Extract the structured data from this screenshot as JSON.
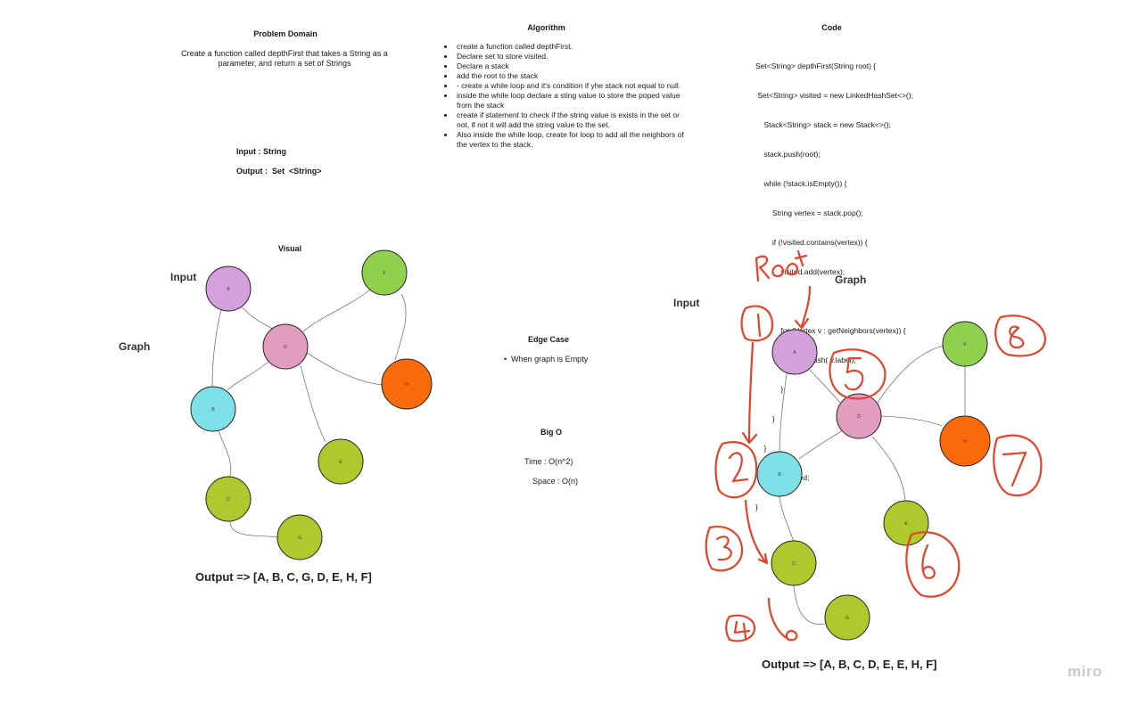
{
  "problem": {
    "heading": "Problem Domain",
    "text": "Create a function called depthFirst that takes a String as a parameter, and return a set of Strings",
    "input": "Input :  String",
    "output": "Output :  Set  <String>"
  },
  "algorithm": {
    "heading": "Algorithm",
    "items": [
      "create a function called depthFirst.",
      "Declare set to store visited.",
      "Declare a stack",
      "add the root to the stack",
      "- create a while loop and it's condition if yhe stack not equal to null.",
      "inside the while loop declare a sting value to store the poped value from the stack",
      "create if statement to check if the string value is exists in the set or not, if not it will add the string value to the set.",
      "Also inside the while loop, create for loop to add all the neighbors of the vertex to the stack."
    ]
  },
  "code": {
    "heading": "Code",
    "lines": [
      "Set<String> depthFirst(String root) {",
      " Set<String> visited = new LinkedHashSet<>();",
      "    Stack<String> stack = new Stack<>();",
      "    stack.push(root);",
      "    while (!stack.isEmpty()) {",
      "        String vertex = stack.pop();",
      "        if (!visited.contains(vertex)) {",
      "            visited.add(vertex);",
      "",
      "            for (Vertex v : getNeighbors(vertex)) {",
      "                stack.push( v.label);",
      "            }",
      "        }",
      "    }",
      "    return visited;",
      "}"
    ]
  },
  "visual": {
    "heading": "Visual",
    "input_label": "Input",
    "graph_label": "Graph",
    "output": "Output => [A, B, C, G, D, E, H, F]",
    "nodes": [
      "A",
      "D",
      "F",
      "H",
      "B",
      "E",
      "C",
      "G"
    ]
  },
  "edge_case": {
    "heading": "Edge Case",
    "items": [
      "When graph is Empty"
    ]
  },
  "big_o": {
    "heading": "Big O",
    "time": "Time : O(n^2)",
    "space": "Space : O(n)"
  },
  "right_graph": {
    "input_label": "Input",
    "graph_label": "Graph",
    "root_note": "Root",
    "output": "Output => [A, B, C, D, E, E, H, F]",
    "nodes": [
      "A",
      "F",
      "D",
      "H",
      "B",
      "E",
      "C",
      "G"
    ],
    "annotations": [
      "1",
      "2",
      "3",
      "4",
      "5",
      "6",
      "7",
      "8"
    ]
  },
  "brand": "miro",
  "colors": {
    "A": "#d4a0dc",
    "D": "#e29cc0",
    "F": "#8fd14f",
    "H": "#fa6a0a",
    "B": "#7fdfe6",
    "E": "#b0c82e",
    "C": "#b0c82e",
    "G": "#b0c82e",
    "annotation": "#e0442b"
  }
}
